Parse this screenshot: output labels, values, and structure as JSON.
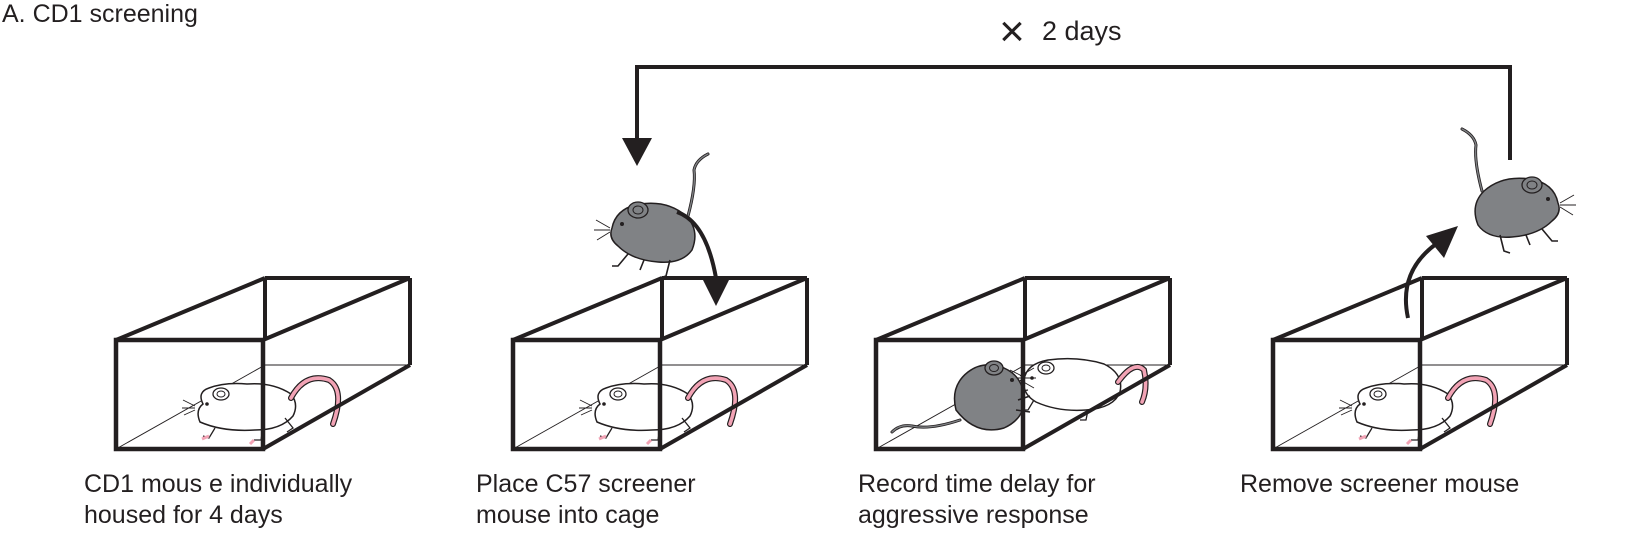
{
  "panel_title": "A. CD1 screening",
  "loop": {
    "repeat_symbol": "×",
    "repeat_label": "2 days"
  },
  "steps": [
    {
      "caption_lines": [
        "CD1 mous e individually",
        "housed  for 4 days"
      ]
    },
    {
      "caption_lines": [
        "Place C57 screener",
        "mouse into cage"
      ]
    },
    {
      "caption_lines": [
        "Record time delay for",
        "aggressive response"
      ]
    },
    {
      "caption_lines": [
        "Remove screener mouse"
      ]
    }
  ],
  "colors": {
    "line": "#231f20",
    "white_mouse": "#ffffff",
    "grey_mouse": "#808285",
    "grey_mouse_dark": "#58595b",
    "tail_pink": "#f2a3b5"
  }
}
